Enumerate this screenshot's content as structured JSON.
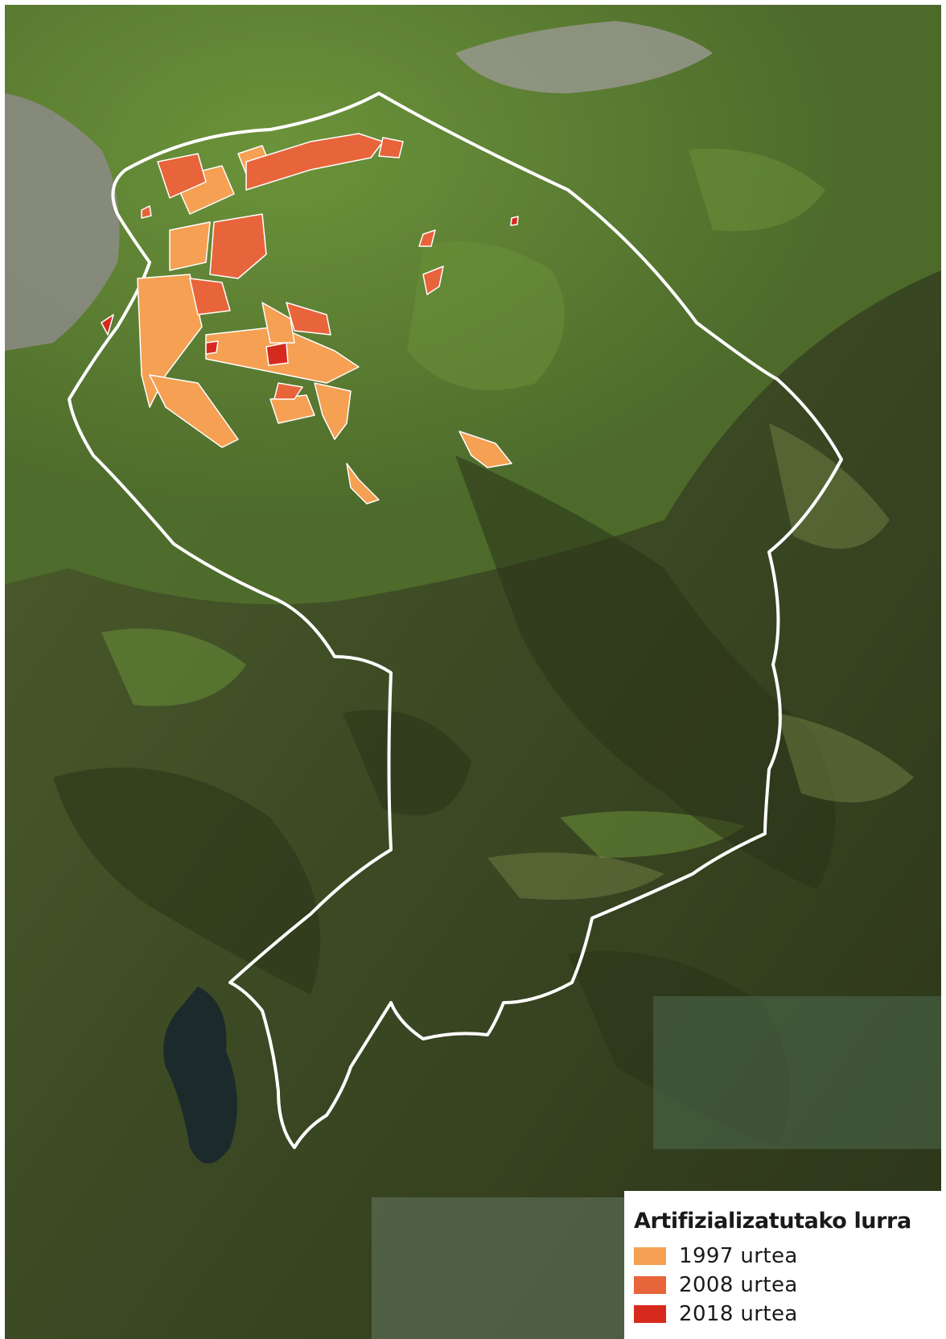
{
  "colors": {
    "forest_dark": "#2f3a1f",
    "forest": "#4a5a2c",
    "meadow": "#6f9a3c",
    "boundary": "#ffffff",
    "water": "#1c2a2c",
    "urban": "#8c8b86"
  },
  "boundary": {
    "label": ""
  },
  "legend": {
    "title": "Artifizializatutako lurra",
    "items": [
      {
        "label": "1997 urtea",
        "color": "#f5a053"
      },
      {
        "label": "2008 urtea",
        "color": "#e8643a"
      },
      {
        "label": "2018 urtea",
        "color": "#d62a1f"
      }
    ]
  }
}
